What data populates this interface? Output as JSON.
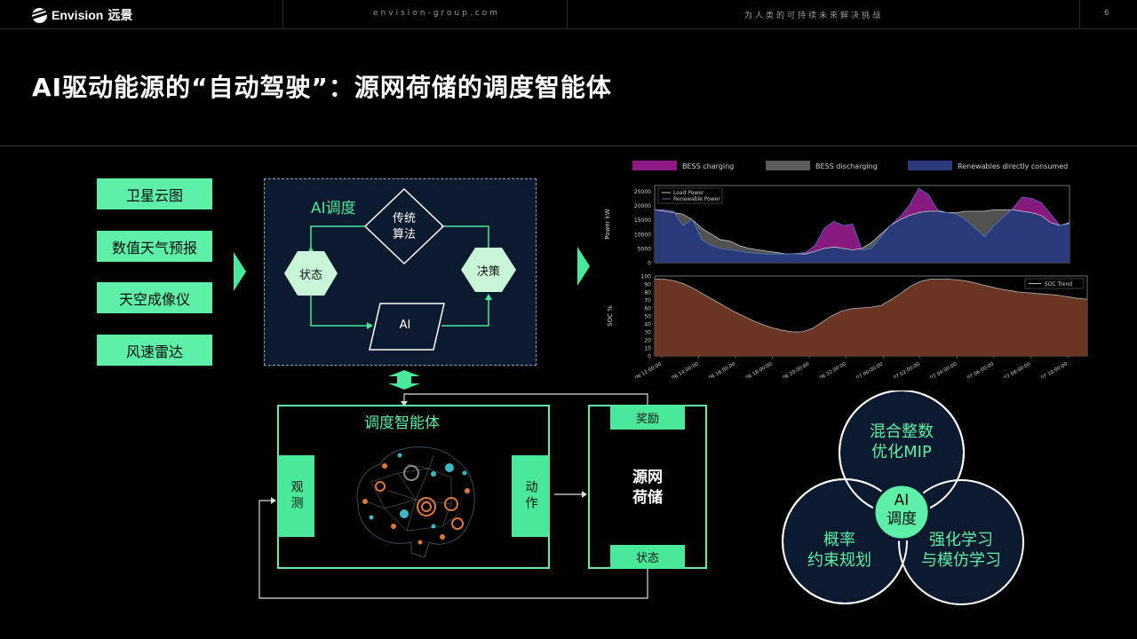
{
  "header": {
    "brand": "Envision",
    "brand_cn": "远景",
    "website": "envision-group.com",
    "slogan": "为人类的可持续未来解决挑战",
    "page_number": "6"
  },
  "title": "AI驱动能源的“自动驾驶”：源网荷储的调度智能体",
  "inputs": [
    "卫星云图",
    "数值天气预报",
    "天空成像仪",
    "风速雷达"
  ],
  "ai_dispatch": {
    "title": "AI调度",
    "traditional_line1": "传统",
    "traditional_line2": "算法",
    "state": "状态",
    "decision": "决策",
    "ai": "AI"
  },
  "agent": {
    "title": "调度智能体",
    "observe": "观测",
    "action": "动作"
  },
  "environment": {
    "reward": "奖励",
    "line1": "源网",
    "line2": "荷储",
    "state": "状态"
  },
  "venn": {
    "top_line1": "混合整数",
    "top_line2": "优化MIP",
    "left_line1": "概率",
    "left_line2": "约束规划",
    "right_line1": "强化学习",
    "right_line2": "与模仿学习",
    "center_line1": "AI",
    "center_line2": "调度"
  },
  "colors": {
    "accent_green": "#5ef0a8",
    "panel_navy": "#0b1a2e",
    "bess_charging": "#8e1a86",
    "bess_discharging": "#5a5a5a",
    "renewables": "#2a3a78",
    "soc_fill": "#6a3522"
  },
  "chart_data": [
    {
      "type": "area",
      "legend_top": [
        "BESS charging",
        "BESS discharging",
        "Renewables directly consumed"
      ],
      "legend_inner": [
        "Load Power",
        "Renewable Power"
      ],
      "ylabel": "Power kW",
      "yticks": [
        "0",
        "5000",
        "10000",
        "15000",
        "20000",
        "25000"
      ],
      "ylim": [
        0,
        27000
      ],
      "xlim": [
        0,
        44
      ],
      "series": [
        {
          "name": "Load Power",
          "values": [
            18500,
            18000,
            17500,
            17000,
            15000,
            12000,
            10000,
            8000,
            7500,
            6000,
            5000,
            4500,
            4000,
            3500,
            3000,
            3200,
            3000,
            4000,
            5000,
            5500,
            5000,
            4500,
            5000,
            7000,
            10000,
            13000,
            15000,
            16500,
            17500,
            18000,
            18000,
            17500,
            17500,
            18000,
            18000,
            18000,
            18500,
            18500,
            18500,
            18000,
            17500,
            16500,
            14000,
            13000,
            14000
          ]
        },
        {
          "name": "Renewable Power",
          "values": [
            18500,
            18500,
            18000,
            13000,
            15000,
            8000,
            6000,
            5000,
            4500,
            4000,
            3500,
            3200,
            3000,
            3000,
            3000,
            3200,
            3500,
            6000,
            12000,
            14500,
            13000,
            13500,
            4500,
            5000,
            9000,
            13000,
            16000,
            20000,
            26000,
            24000,
            18500,
            17500,
            17000,
            15000,
            12000,
            9000,
            13000,
            16000,
            19000,
            23000,
            22500,
            21000,
            17000,
            13000,
            13500
          ]
        }
      ]
    },
    {
      "type": "area",
      "legend": [
        "SOC Trend"
      ],
      "ylabel": "SOC %",
      "yticks": [
        "0",
        "10",
        "20",
        "30",
        "40",
        "50",
        "60",
        "70",
        "80",
        "90",
        "100"
      ],
      "ylim": [
        0,
        100
      ],
      "xlim": [
        0,
        44
      ],
      "xticks": [
        "06 12:00:00",
        "06 14:00:00",
        "06 16:00:00",
        "06 18:00:00",
        "06 20:00:00",
        "06 22:00:00",
        "07 00:00:00",
        "07 02:00:00",
        "07 04:00:00",
        "07 06:00:00",
        "07 08:00:00",
        "07 10:00:00"
      ],
      "series": [
        {
          "name": "SOC Trend",
          "values": [
            96,
            96,
            94,
            90,
            84,
            77,
            70,
            63,
            56,
            50,
            44,
            39,
            35,
            32,
            30,
            30,
            34,
            42,
            50,
            56,
            59,
            60,
            61,
            63,
            70,
            78,
            87,
            93,
            96,
            96,
            96,
            95,
            93,
            90,
            87,
            84,
            82,
            80,
            79,
            78,
            77,
            76,
            74,
            72,
            71
          ]
        }
      ]
    }
  ]
}
